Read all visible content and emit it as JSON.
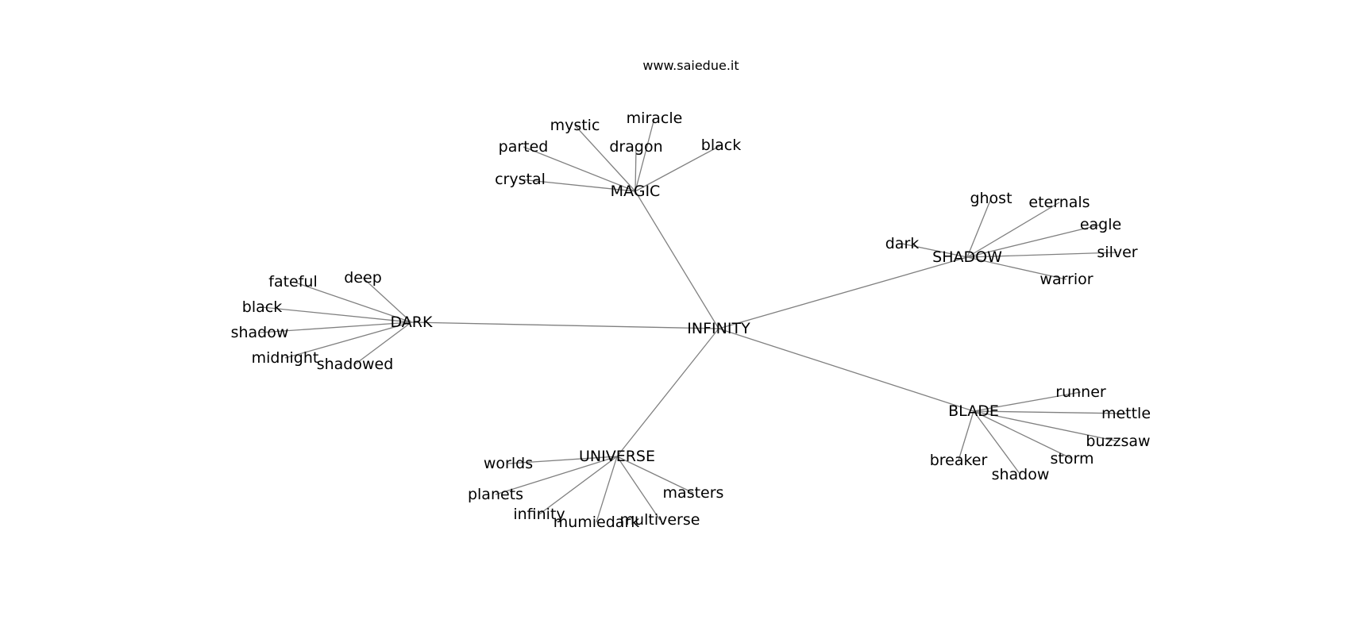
{
  "site": "www.saiedue.it",
  "colors": {
    "edge": "#808080",
    "text": "#000000",
    "background": "#ffffff"
  },
  "graph": {
    "root": "INFINITY",
    "hubs": [
      {
        "label": "MAGIC",
        "children": [
          "crystal",
          "parted",
          "mystic",
          "dragon",
          "miracle",
          "black"
        ]
      },
      {
        "label": "SHADOW",
        "children": [
          "dark",
          "ghost",
          "eternals",
          "eagle",
          "silver",
          "warrior"
        ]
      },
      {
        "label": "DARK",
        "children": [
          "fateful",
          "deep",
          "black",
          "shadow",
          "midnight",
          "shadowed"
        ]
      },
      {
        "label": "BLADE",
        "children": [
          "runner",
          "mettle",
          "buzzsaw",
          "storm",
          "shadow",
          "breaker"
        ]
      },
      {
        "label": "UNIVERSE",
        "children": [
          "worlds",
          "planets",
          "infinity",
          "mumiedark",
          "multiverse",
          "masters"
        ]
      }
    ]
  }
}
